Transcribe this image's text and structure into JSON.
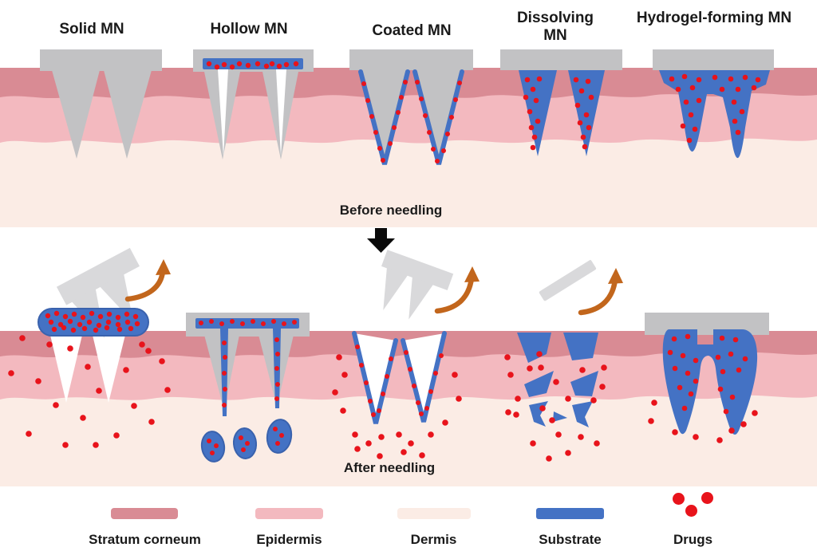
{
  "colors": {
    "stratum_corneum": "#D98B94",
    "epidermis": "#F3B9BF",
    "dermis": "#FBECE5",
    "substrate": "#4472C4",
    "substrate_edge": "#3A62AD",
    "device_gray": "#C2C2C4",
    "device_gray_light": "#D9D9DB",
    "drug_red": "#E8131B",
    "arrow_orange": "#C2661C",
    "text": "#1A1A1A"
  },
  "titles": [
    {
      "label": "Solid MN"
    },
    {
      "label": "Hollow MN"
    },
    {
      "label": "Coated MN"
    },
    {
      "label": "Dissolving MN"
    },
    {
      "label": "Hydrogel-forming MN"
    }
  ],
  "stages": {
    "before": "Before needling",
    "after": "After needling"
  },
  "legend": [
    {
      "label": "Stratum corneum",
      "swatch": "stratum_corneum"
    },
    {
      "label": "Epidermis",
      "swatch": "epidermis"
    },
    {
      "label": "Dermis",
      "swatch": "dermis"
    },
    {
      "label": "Substrate",
      "swatch": "substrate"
    },
    {
      "label": "Drugs",
      "swatch": "drug_red"
    }
  ],
  "icons": {
    "transition_arrow": "down-arrow-icon",
    "removal_arrow": "curved-removal-arrow-icon"
  }
}
